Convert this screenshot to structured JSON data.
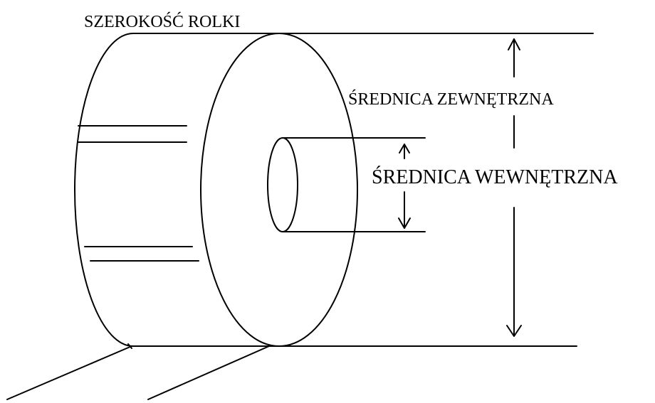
{
  "labels": {
    "roll_width": "SZEROKOŚĆ ROLKI",
    "outer_diameter": "ŚREDNICA ZEWNĘTRZNA",
    "inner_diameter": "ŚREDNICA WEWNĘTRZNA"
  },
  "colors": {
    "stroke": "#000000",
    "background": "#ffffff"
  }
}
